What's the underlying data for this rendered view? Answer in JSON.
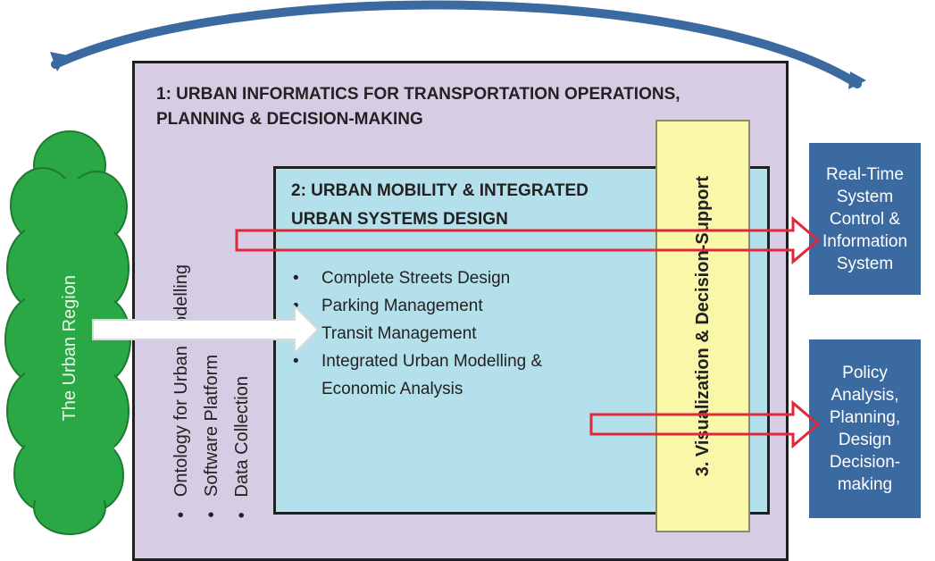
{
  "colors": {
    "outer_box": "#d6cce4",
    "inner_box": "#b3e0ea",
    "viz_box": "#fbf7a8",
    "output_boxes": "#3b6aa1",
    "cloud": "#2aa845",
    "top_arc": "#3b6aa1",
    "red_arrows": "#e0283a"
  },
  "cloud": {
    "label": "The Urban Region"
  },
  "outer": {
    "title_line1": "1: URBAN INFORMATICS FOR TRANSPORTATION OPERATIONS,",
    "title_line2": "PLANNING & DECISION-MAKING",
    "vertical_bullets": [
      "Ontology for Urban Modelling",
      "Software Platform",
      "Data Collection"
    ]
  },
  "inner": {
    "title_line1": "2: URBAN MOBILITY & INTEGRATED",
    "title_line2": "URBAN SYSTEMS DESIGN",
    "items": [
      "Complete Streets Design",
      "Parking Management",
      "Transit Management",
      "Integrated Urban Modelling &",
      "Economic Analysis"
    ]
  },
  "viz": {
    "label": "3. Visualization & Decision-Support"
  },
  "outputs": {
    "realtime": [
      "Real-Time",
      "System",
      "Control &",
      "Information",
      "System"
    ],
    "policy": [
      "Policy",
      "Analysis,",
      "Planning,",
      "Design",
      "Decision-",
      "making"
    ]
  }
}
